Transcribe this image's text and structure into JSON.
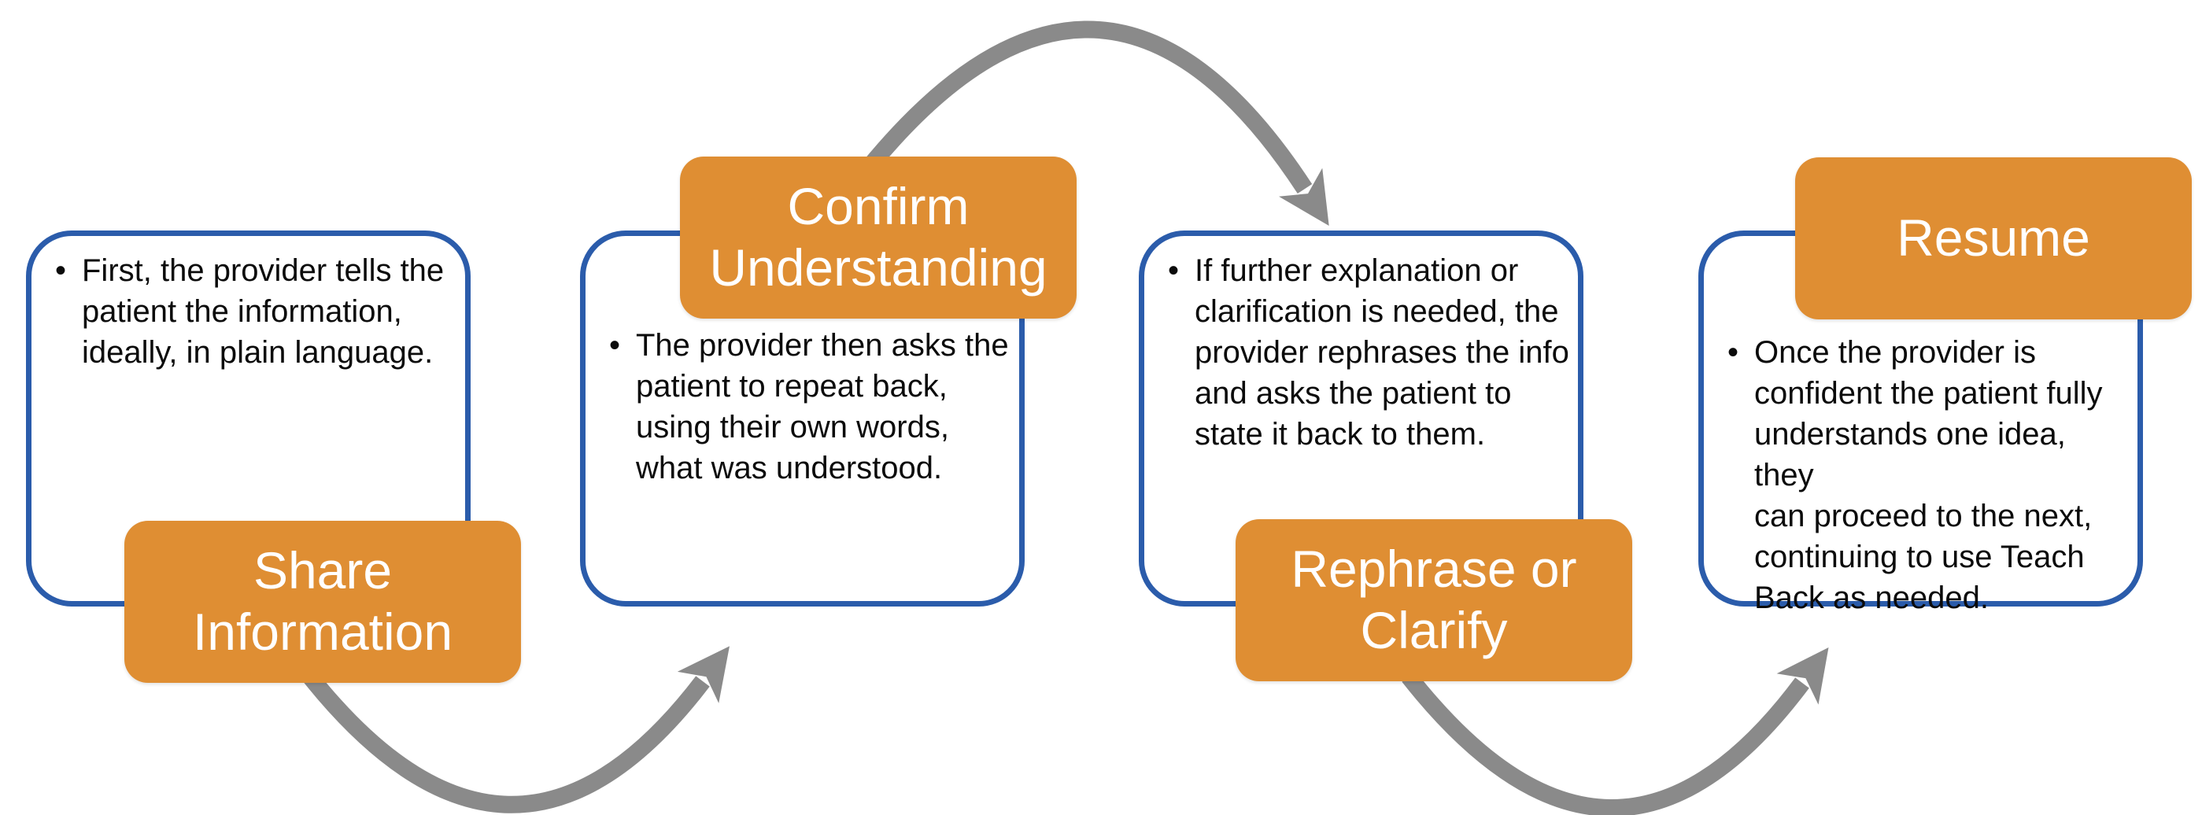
{
  "colors": {
    "accent_orange": "#DF8E33",
    "border_blue": "#2B5CAB",
    "arrow_gray": "#8A8A8A",
    "text_black": "#0B0B0B",
    "background": "#FFFFFF"
  },
  "steps": [
    {
      "title": "Share Information",
      "title_position": "bottom",
      "bullet": "First, the provider tells the\npatient the information,\nideally, in plain language."
    },
    {
      "title": "Confirm Understanding",
      "title_position": "top",
      "bullet": "The provider then asks the\npatient to repeat back,\nusing their own words,\nwhat was understood."
    },
    {
      "title": "Rephrase or Clarify",
      "title_position": "bottom",
      "bullet": "If further explanation or\nclarification is needed, the\nprovider rephrases the info\nand asks the patient to\nstate it back to them."
    },
    {
      "title": "Resume",
      "title_position": "top",
      "bullet": "Once the provider is\nconfident the patient fully\nunderstands one idea, they\ncan proceed to the next,\ncontinuing to use Teach\nBack as needed."
    }
  ],
  "arrows": [
    {
      "name": "share-to-confirm",
      "shape": "curve-under",
      "direction": "up-right"
    },
    {
      "name": "confirm-to-rephrase",
      "shape": "curve-over",
      "direction": "down-right"
    },
    {
      "name": "rephrase-to-resume",
      "shape": "curve-under",
      "direction": "up-right"
    }
  ]
}
